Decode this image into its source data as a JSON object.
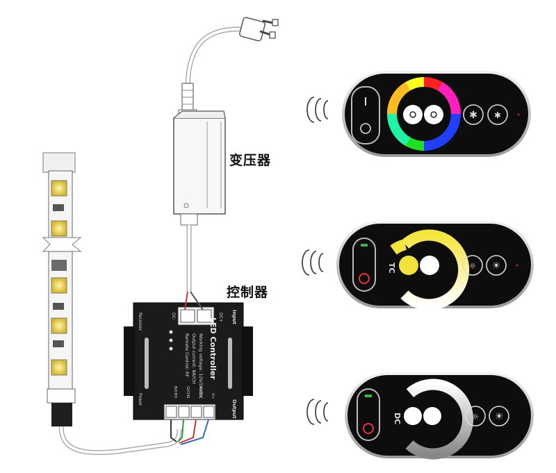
{
  "labels": {
    "transformer": "变压器",
    "controller": "控制器"
  },
  "controller_box": {
    "title": "LED Controller",
    "input": "Input",
    "output": "Output",
    "receiver": "Receiver",
    "power": "Power",
    "dc_minus": "DC-",
    "dc_plus": "DC+",
    "v_plus": "V+",
    "specs": [
      "Working voltage: 12V/24VDC",
      "Output current: 8A/CH",
      "Remote Control: RF"
    ],
    "out_terminals": [
      "B/CH3",
      "G/CH2",
      "R/CH1"
    ]
  },
  "remotes": [
    {
      "name": "rgb-remote",
      "ring": "rgb"
    },
    {
      "name": "tc-remote",
      "ring": "warm-cool",
      "text": "TC"
    },
    {
      "name": "dc-remote",
      "ring": "dimmer",
      "text": "DC"
    }
  ],
  "colors": {
    "remote_body": "#0d0d0d",
    "remote_rim": "#cfcfcf",
    "controller_body": "#1a1a1a",
    "cable": "#777777",
    "led_chip": "#e8d04a",
    "strip_body": "#f2f2f2"
  }
}
